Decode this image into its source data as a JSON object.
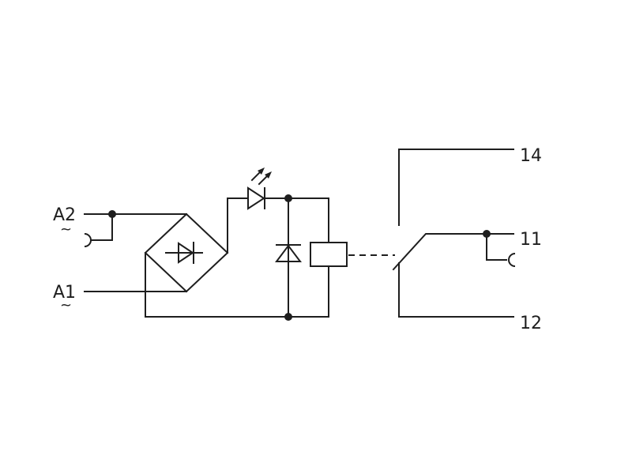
{
  "terminals": {
    "a2": {
      "label": "A2",
      "symbol": "~"
    },
    "a1": {
      "label": "A1",
      "symbol": "~"
    },
    "t14": {
      "label": "14"
    },
    "t11": {
      "label": "11"
    },
    "t12": {
      "label": "12"
    }
  },
  "colors": {
    "line": "#1e1e1e",
    "background": "#ffffff"
  }
}
